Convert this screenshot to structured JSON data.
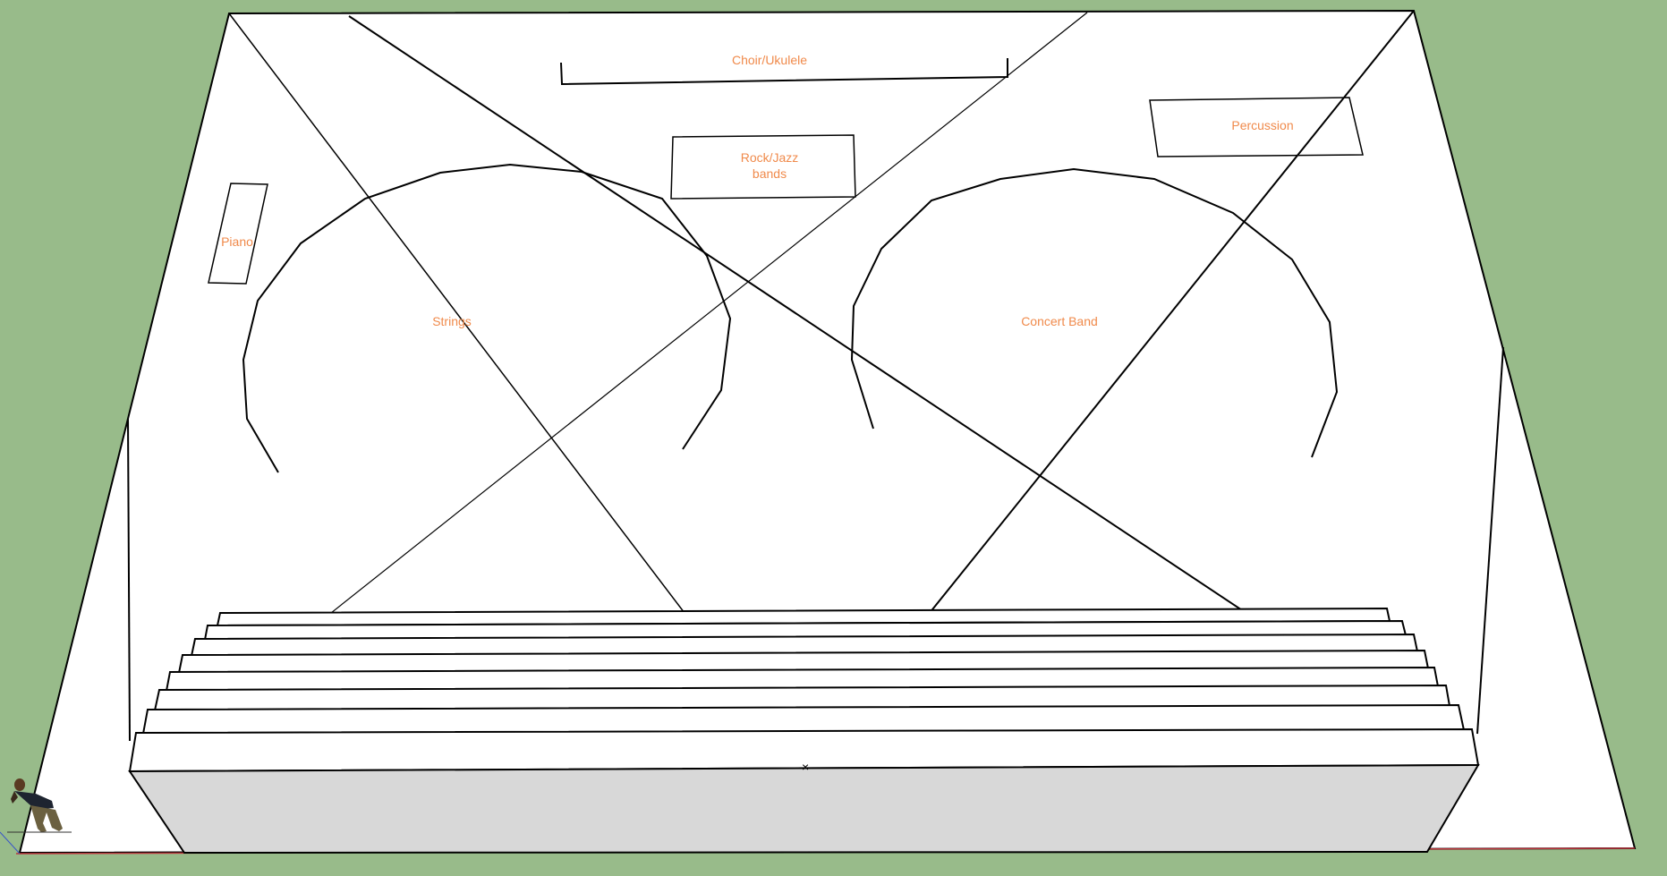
{
  "colors": {
    "background": "#98bb8a",
    "floor": "#ffffff",
    "stage_front": "#d8d8d8",
    "label": "#f08a4b",
    "line": "#000000",
    "ground_edge": "#b8323a"
  },
  "zones": {
    "choir": "Choir/Ukulele",
    "percussion": "Percussion",
    "rock_jazz_line1": "Rock/Jazz",
    "rock_jazz_line2": "bands",
    "piano": "Piano",
    "strings": "Strings",
    "concert_band": "Concert Band"
  },
  "figure": {
    "icon": "person-figure-icon"
  }
}
